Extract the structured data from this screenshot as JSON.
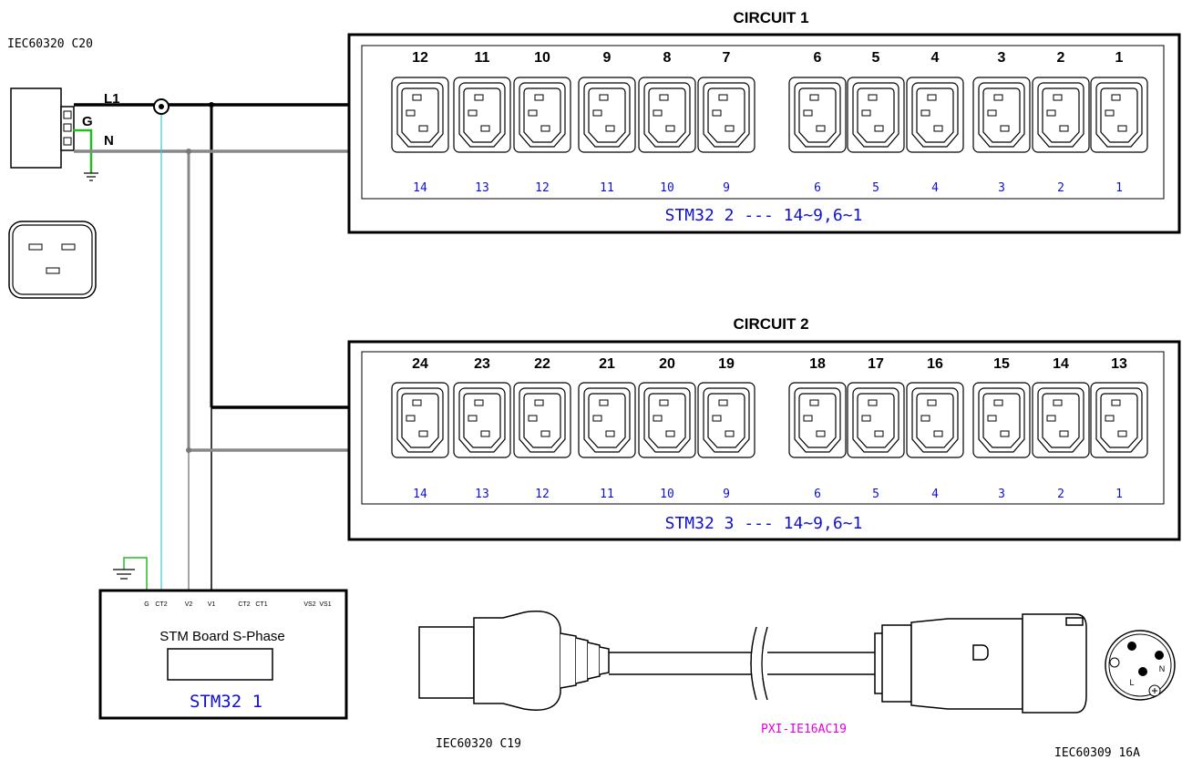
{
  "inlet": {
    "label": "IEC60320 C20",
    "l1": "L1",
    "g": "G",
    "n": "N"
  },
  "circuits": [
    {
      "title": "CIRCUIT 1",
      "outlets": [
        "12",
        "11",
        "10",
        "9",
        "8",
        "7",
        "6",
        "5",
        "4",
        "3",
        "2",
        "1"
      ],
      "channels": [
        "14",
        "13",
        "12",
        "11",
        "10",
        "9",
        "6",
        "5",
        "4",
        "3",
        "2",
        "1"
      ],
      "board": "STM32 2 --- 14~9,6~1"
    },
    {
      "title": "CIRCUIT 2",
      "outlets": [
        "24",
        "23",
        "22",
        "21",
        "20",
        "19",
        "18",
        "17",
        "16",
        "15",
        "14",
        "13"
      ],
      "channels": [
        "14",
        "13",
        "12",
        "11",
        "10",
        "9",
        "6",
        "5",
        "4",
        "3",
        "2",
        "1"
      ],
      "board": "STM32 3 --- 14~9,6~1"
    }
  ],
  "stm_board": {
    "pins": [
      "G",
      "CT2",
      "V2",
      "V1",
      "CT2",
      "CT1",
      "VS2",
      "VS1"
    ],
    "title": "STM Board S-Phase",
    "label": "STM32 1"
  },
  "cable": {
    "left_label": "IEC60320 C19",
    "middle_label": "PXI-IE16AC19",
    "right_label": "IEC60309 16A",
    "plug_letters": {
      "n": "N",
      "l": "L"
    }
  },
  "colors": {
    "wire": "#000000",
    "neutral": "#888888",
    "ground": "#22bb22",
    "ct": "#33c8e0",
    "text_blue": "#1010d0",
    "text_magenta": "#e000e0"
  }
}
